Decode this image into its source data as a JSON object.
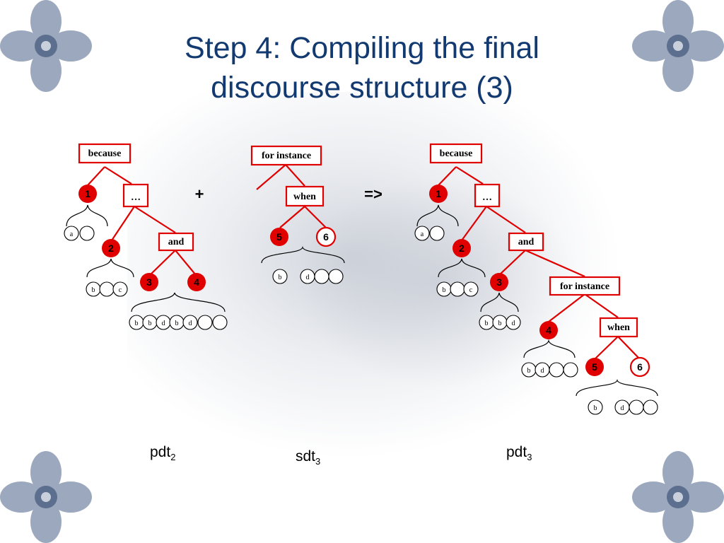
{
  "slide": {
    "title_line1": "Step 4: Compiling the final",
    "title_line2": "discourse structure (3)"
  },
  "colors": {
    "title": "#123a70",
    "accent_red": "#e00000",
    "node_fill": "#e00000"
  },
  "operators": {
    "plus": "+",
    "implies": "=>"
  },
  "captions": {
    "pdt2": {
      "base": "pdt",
      "sub": "2"
    },
    "sdt3": {
      "base": "sdt",
      "sub": "3"
    },
    "pdt3": {
      "base": "pdt",
      "sub": "3"
    }
  },
  "trees": {
    "pdt2": {
      "boxes": {
        "because": "because",
        "dots": "…",
        "and": "and"
      },
      "nodes": {
        "n1": "1",
        "n2": "2",
        "n3": "3",
        "n4": "4"
      },
      "circles": {
        "g1": [
          "a",
          ""
        ],
        "g2": [
          "b",
          "",
          "c"
        ],
        "g3": [
          "b",
          "b",
          "d",
          "b",
          "d",
          "",
          ""
        ]
      }
    },
    "sdt3": {
      "boxes": {
        "for_instance": "for instance",
        "when": "when"
      },
      "nodes": {
        "n5": "5",
        "n6": "6"
      },
      "circles": {
        "g1": [
          "b",
          "d",
          "",
          ""
        ]
      }
    },
    "pdt3": {
      "boxes": {
        "because": "because",
        "dots": "…",
        "and": "and",
        "for_instance": "for instance",
        "when": "when"
      },
      "nodes": {
        "n1": "1",
        "n2": "2",
        "n3": "3",
        "n4": "4",
        "n5": "5",
        "n6": "6"
      },
      "circles": {
        "g1": [
          "a",
          ""
        ],
        "g2": [
          "b",
          "",
          "c"
        ],
        "g3": [
          "b",
          "b",
          "d"
        ],
        "g4": [
          "b",
          "d",
          "",
          ""
        ],
        "g5": [
          "b",
          "d",
          "",
          ""
        ]
      }
    }
  }
}
